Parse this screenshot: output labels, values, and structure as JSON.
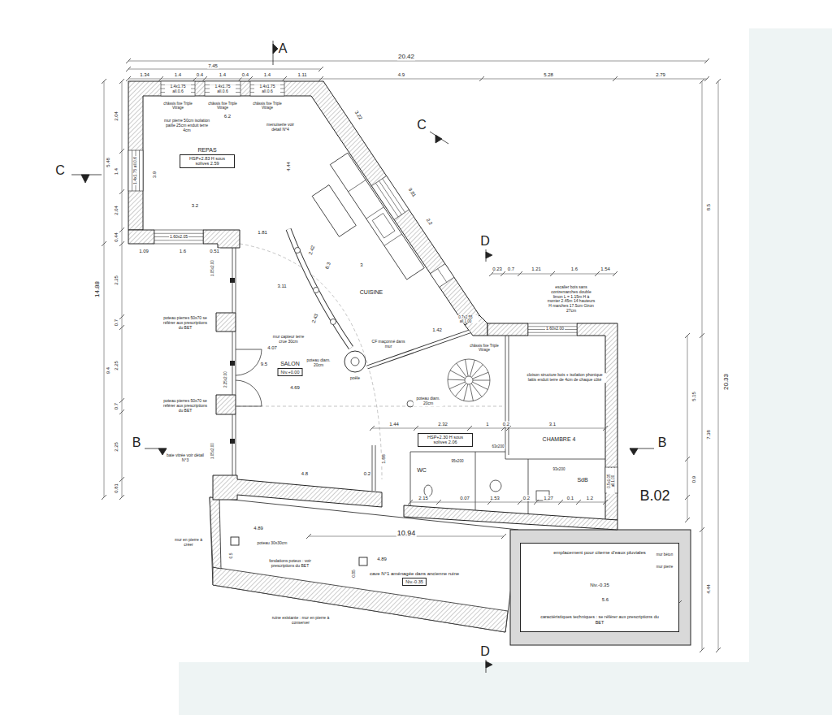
{
  "diagram": {
    "nodes": [
      {
        "text": [
          "REPAS",
          "HSP+2.83 H sous solives 2.59"
        ]
      },
      {
        "text": [
          "SALON",
          "Niv.+0.00"
        ]
      },
      {
        "text": [
          "HSP+2.30 H sous solives 2.06"
        ]
      },
      {
        "text": [
          "cave N°1 aménagée dans ancienne ruine",
          "Niv.-0.35"
        ]
      },
      {
        "text": [
          "emplacement pour citerne d'eaux pluviales",
          "Niv.-0.35",
          "caractéristiques techniques : se référer aux prescriptions du BET"
        ]
      }
    ],
    "labels": [
      "A",
      "C",
      "C",
      "D",
      "B",
      "B",
      "B.02",
      "D",
      "20.42",
      "7.45",
      "1.34",
      "1.4",
      "0.4",
      "1.4",
      "0.4",
      "1.4",
      "1.11",
      "4.9",
      "5.28",
      "2.79",
      "1.4x1.75 all.0.6",
      "1.4x1.75 all.0.6",
      "1.4x1.75 all.0.6",
      "châssis fixe Triple Vitrage",
      "châssis fixe Triple Vitrage",
      "châssis fixe Triple Vitrage",
      "mur pierre 50cm isolation paille 25cm enduit terre 4cm",
      "menuiserie voir détail N°4",
      "6.2",
      "1.4x1.75 all.0.6",
      "3.9",
      "3.2",
      "1.60x2.05",
      "1.09",
      "1.6",
      "0.51",
      "4.44",
      "3.22",
      "9.81",
      "2.2",
      "1.81",
      "2.42",
      "6.3",
      "3",
      "3.11",
      "2.43",
      "CUISINE",
      "mur capteur terre crue 30cm",
      "poteau diam. 20cm",
      "poêle",
      "CF maçonné dans mur",
      "4.07",
      "9.5",
      "4.69",
      "4.8",
      "0.2",
      "1.88",
      "1.42",
      "0.7x2.55 all.1.00",
      "châssis fixe Triple Vitrage",
      "poteau diam. 20cm",
      "1.44",
      "2.32",
      "1",
      "0.2",
      "3.1",
      "0.23",
      "0.7",
      "1.21",
      "1.6",
      "1.54",
      "escalier bois sans contremarches double limon L = 1.15m H à monter 2.45m 14 hauteurs H marches 17.5cm Giron 27cm",
      "1.60x2.00",
      "cloison structure bois + isolation phonique lattis enduit terre de 4cm de chaque côté",
      "CHAMBRE 4",
      "63x200",
      "WC",
      "95x200",
      "SdB",
      "93x200",
      "2.15",
      "0.07",
      "1.53",
      "0.2",
      "1.27",
      "0.1",
      "1.2",
      "0.5x1.05 all.1.00",
      "2.04",
      "1.4",
      "2.04",
      "0.44",
      "2.25",
      "0.7",
      "2.25",
      "0.7",
      "2.25",
      "0.81",
      "5.48",
      "9.4",
      "14.88",
      "1.05x2.00",
      "2.25x2.00",
      "1.05x2.00",
      "poteau pierres 50x70 se référer aux prescriptions du BET",
      "poteau pierres 50x70 se référer aux prescriptions du BET",
      "baie vitrée voir détail N°3",
      "20.33",
      "8.5",
      "5.15",
      "7.38",
      "0.9",
      "4.44",
      "10.94",
      "4.89",
      "4.89",
      "mur en pierre à créer",
      "poteau 30x30cm",
      "0.5",
      "fondations poteux : voir prescriptions du BET",
      "0.85",
      "ruine existante : mur en pierre à conserver",
      "mur béton",
      "mur pierre",
      "5.6"
    ]
  }
}
